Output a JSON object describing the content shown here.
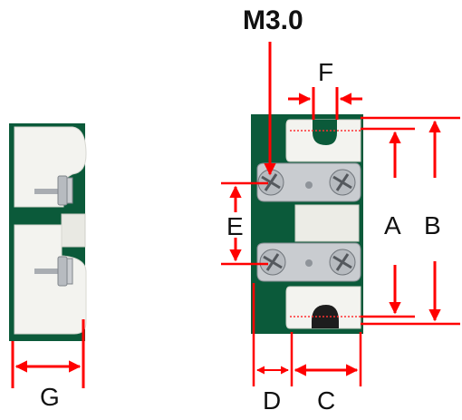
{
  "title": "M3.0",
  "dimension_labels": {
    "A": "A",
    "B": "B",
    "C": "C",
    "D": "D",
    "E": "E",
    "F": "F",
    "G": "G"
  },
  "colors": {
    "background_board": "#0b5a3a",
    "ceramic": "#f3f3ef",
    "metal_bracket": "#c9ccd0",
    "screw": "#b7bbc0",
    "dimension_arrow": "#ff0000",
    "text": "#111111"
  },
  "icons": [
    "ceramic-insulator",
    "metal-bracket",
    "screw-head"
  ]
}
